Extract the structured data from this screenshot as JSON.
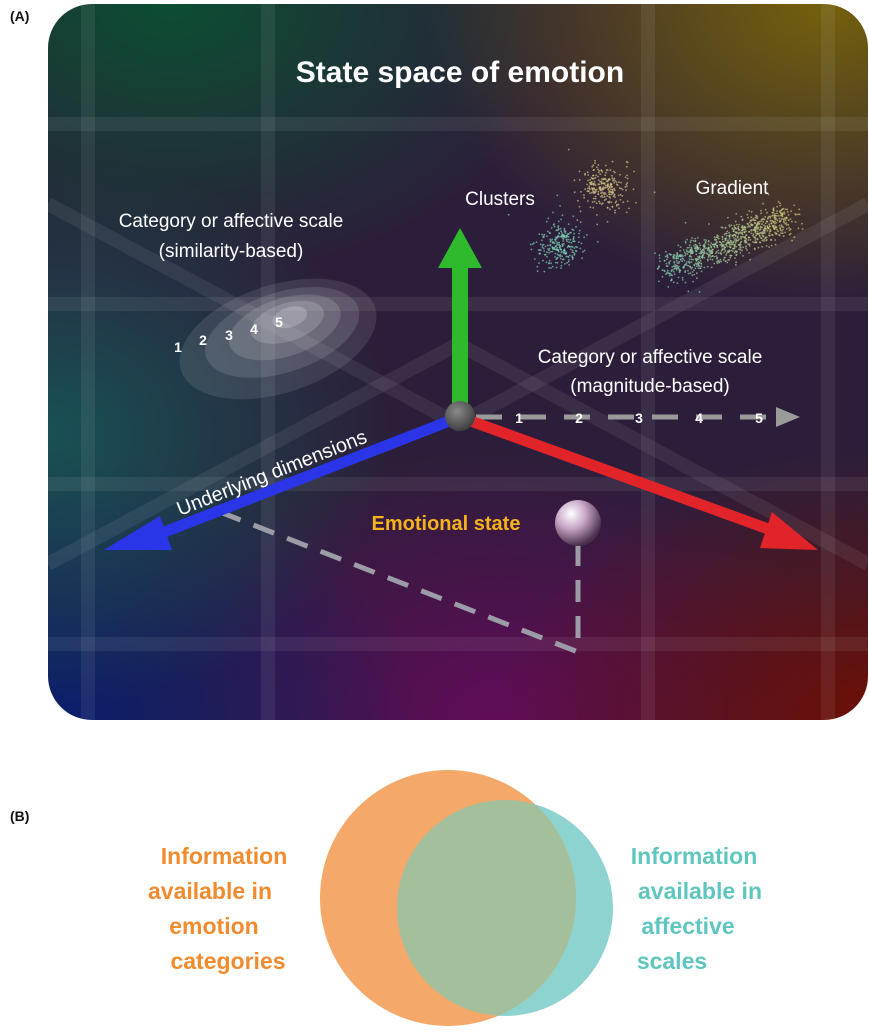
{
  "panel_a": {
    "label": "(A)",
    "title": "State space of emotion",
    "similarity_label_line1": "Category or affective scale",
    "similarity_label_line2": "(similarity-based)",
    "similarity_levels": [
      "1",
      "2",
      "3",
      "4",
      "5"
    ],
    "clusters_label": "Clusters",
    "gradient_label": "Gradient",
    "magnitude_label_line1": "Category or affective scale",
    "magnitude_label_line2": "(magnitude-based)",
    "magnitude_levels": [
      "1",
      "2",
      "3",
      "4",
      "5"
    ],
    "dimensions_label": "Underlying dimensions",
    "emotional_state_label": "Emotional state",
    "colors": {
      "y_axis": "#2dbb2d",
      "x_axis_blue": "#2a35e8",
      "z_axis_red": "#e0242a",
      "emotional_state_text": "#f5b21b"
    }
  },
  "panel_b": {
    "label": "(B)",
    "left_text": [
      "Information",
      "available in",
      "emotion",
      "categories"
    ],
    "right_text": [
      "Information",
      "available in",
      "affective",
      "scales"
    ],
    "colors": {
      "left_circle": "#f4a869",
      "right_circle": "#8dd3cf",
      "overlap": "#a4bf9c",
      "left_text": "#f28a2e",
      "right_text": "#5ec6be"
    }
  }
}
